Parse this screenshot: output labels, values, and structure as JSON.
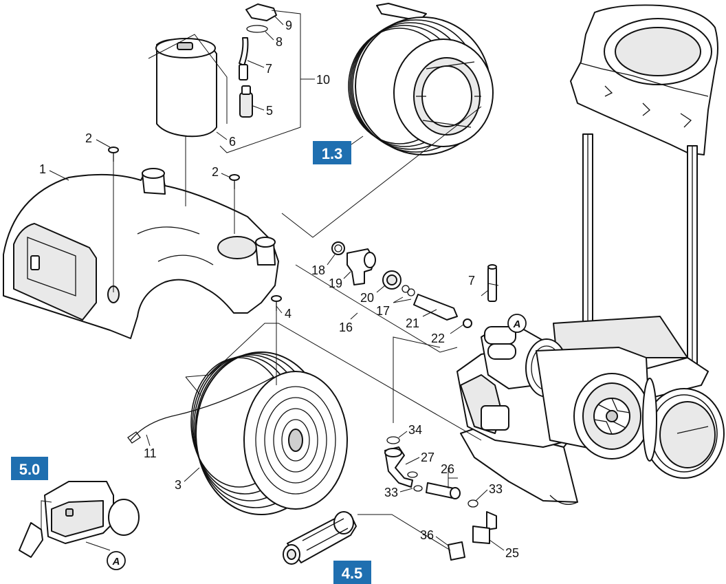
{
  "callouts": {
    "c1": "1",
    "c2a": "2",
    "c2b": "2",
    "c3": "3",
    "c4": "4",
    "c5": "5",
    "c6": "6",
    "c7a": "7",
    "c7b": "7",
    "c8": "8",
    "c9": "9",
    "c10": "10",
    "c11": "11",
    "c16": "16",
    "c17": "17",
    "c18": "18",
    "c19": "19",
    "c20": "20",
    "c21": "21",
    "c22": "22",
    "c25": "25",
    "c26": "26",
    "c27": "27",
    "c33a": "33",
    "c33b": "33",
    "c34": "34",
    "c36": "36"
  },
  "sections": {
    "s13": "1.3",
    "s50": "5.0",
    "s45": "4.5"
  },
  "markers": {
    "m1": "A",
    "m2": "A"
  },
  "colors": {
    "section_badge": "#1f6fb0",
    "line": "#111111"
  }
}
